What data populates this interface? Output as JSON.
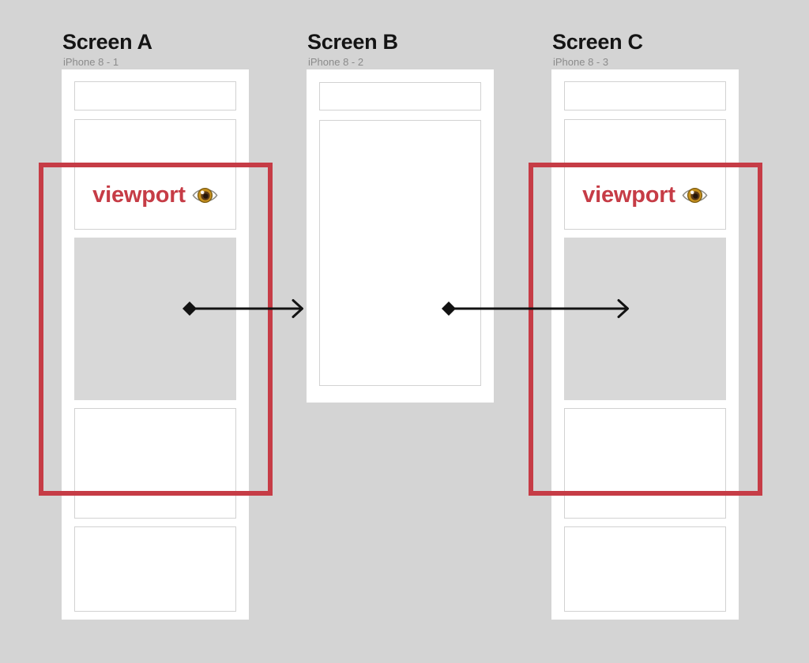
{
  "colors": {
    "canvas_bg": "#d4d4d4",
    "viewport_red": "#c63c46",
    "title_color": "#141414",
    "subtitle_color": "#8b8b8b",
    "arrow_color": "#121212",
    "placeholder_gray": "#d8d8d8",
    "box_border": "#d2d2d2"
  },
  "screens": [
    {
      "name": "Screen A",
      "device": "iPhone 8 - 1"
    },
    {
      "name": "Screen B",
      "device": "iPhone 8 - 2"
    },
    {
      "name": "Screen C",
      "device": "iPhone 8 - 3"
    }
  ],
  "viewport": {
    "label": "viewport",
    "icon": "eye-emoji"
  },
  "flow": {
    "arrow_1": "Screen A scroll content to Screen B",
    "arrow_2": "Screen B to Screen C scroll content"
  }
}
